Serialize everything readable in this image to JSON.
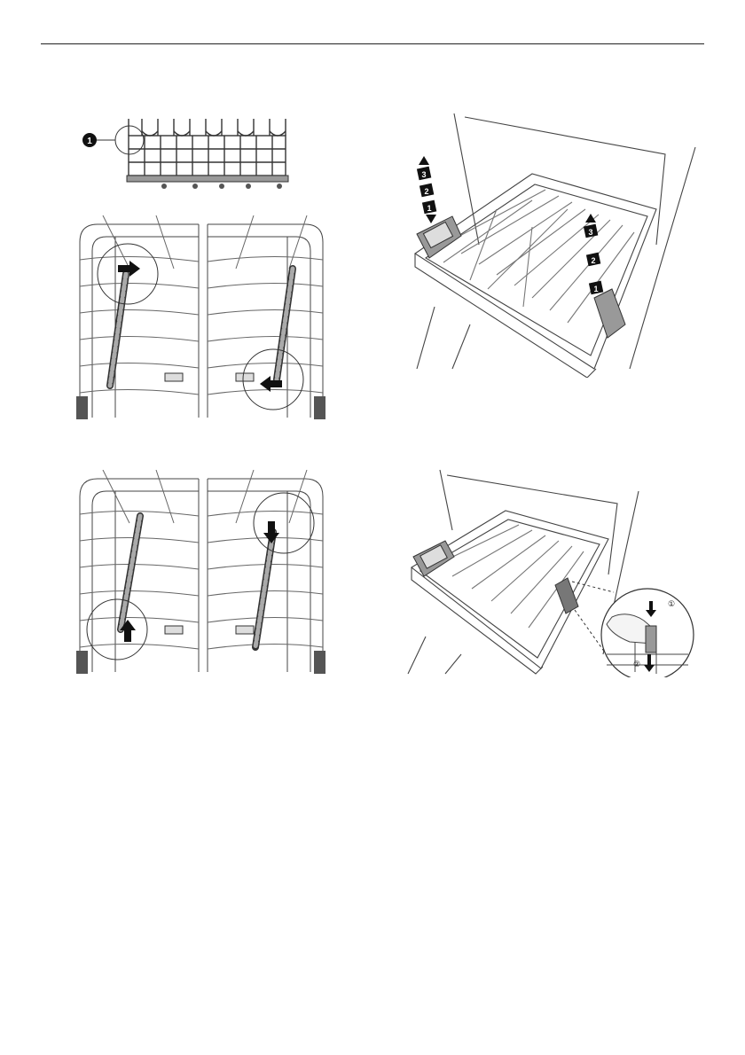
{
  "page": {
    "figures": [
      {
        "id": "fig-rack-side",
        "callout": "1"
      },
      {
        "id": "fig-rack-top-remove"
      },
      {
        "id": "fig-rack-top-insert"
      },
      {
        "id": "fig-rack-height-adjust",
        "steps": [
          "3",
          "2",
          "1"
        ]
      },
      {
        "id": "fig-rack-lever-release",
        "steps": [
          "①",
          "②"
        ]
      }
    ]
  }
}
